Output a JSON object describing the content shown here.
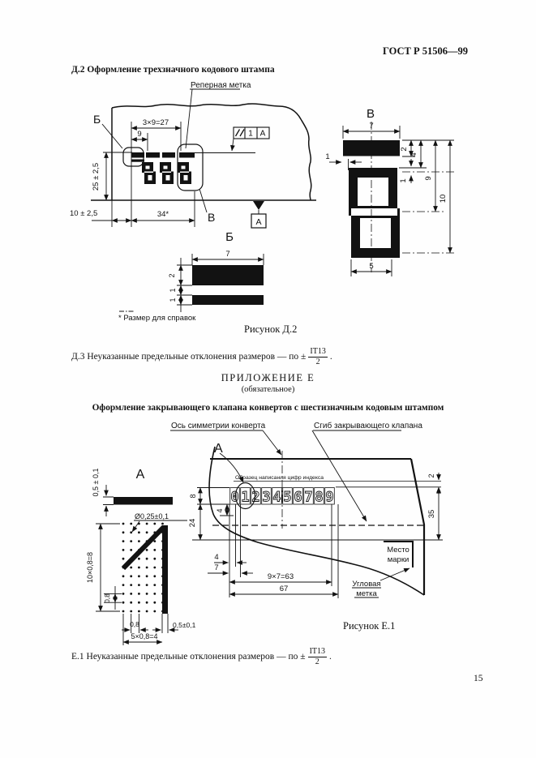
{
  "page": {
    "header": "ГОСТ Р 51506—99",
    "number": "15"
  },
  "d2": {
    "heading": "Д.2 Оформление трехзначного кодового штампа",
    "caption": "Рисунок Д.2",
    "footnote": "* Размер для справок",
    "stamp_digits": "555",
    "labels": {
      "reper": "Реперная метка",
      "callout_b": "Б",
      "callout_v": "В",
      "view_v": "В",
      "view_b": "Б",
      "tol_value": "1",
      "tol_datum": "А",
      "datum": "А"
    },
    "dims": {
      "pitch3": "3×9=27",
      "pitch1": "9",
      "h25": "25 ± 2,5",
      "off10": "10 ± 2,5",
      "w34": "34*",
      "v_w7": "7",
      "v_h2": "2",
      "v_h4": "4",
      "v_h9": "9",
      "v_h10": "10",
      "v_off1": "1",
      "v_mid1": "1",
      "v_w5": "5",
      "b_w7": "7",
      "b_h2": "2",
      "b_g1": "1",
      "b_h1": "1"
    }
  },
  "d3": {
    "text": "Д.3 Неуказанные предельные отклонения размеров — по ±",
    "frac_num": "IT13",
    "frac_den": "2",
    "tail": "."
  },
  "e": {
    "title": "ПРИЛОЖЕНИЕ Е",
    "subtitle": "(обязательное)",
    "heading": "Оформление закрывающего клапана конвертов с шестизначным кодовым штампом"
  },
  "e1fig": {
    "caption": "Рисунок Е.1",
    "labels": {
      "axis": "Ось симметрии конверта",
      "fold": "Сгиб закрывающего клапана",
      "sample": "Образец написания цифр индекса",
      "place1": "Место",
      "place2": "марки",
      "corner1": "Угловая",
      "corner2": "метка",
      "callout_a": "А",
      "view_a": "А"
    },
    "digits": [
      "0",
      "1",
      "2",
      "3",
      "4",
      "5",
      "6",
      "7",
      "8",
      "9"
    ],
    "dims": {
      "h8": "8",
      "h4": "4",
      "h24": "24",
      "t2": "2",
      "h35": "35",
      "b4": "4",
      "b7": "7",
      "b63": "9×7=63",
      "b67": "67",
      "a_h05": "0,5 ± 0,1",
      "a_d025": "Ø0,25±0,1",
      "a_v08": "10×0,8=8",
      "a_s08": "0,8",
      "a_b08": "0,8",
      "a_b05": "0,5±0,1",
      "a_b5x": "5×0,8=4"
    }
  },
  "e1": {
    "text": "Е.1 Неуказанные предельные отклонения размеров — по ±",
    "frac_num": "IT13",
    "frac_den": "2",
    "tail": "."
  }
}
